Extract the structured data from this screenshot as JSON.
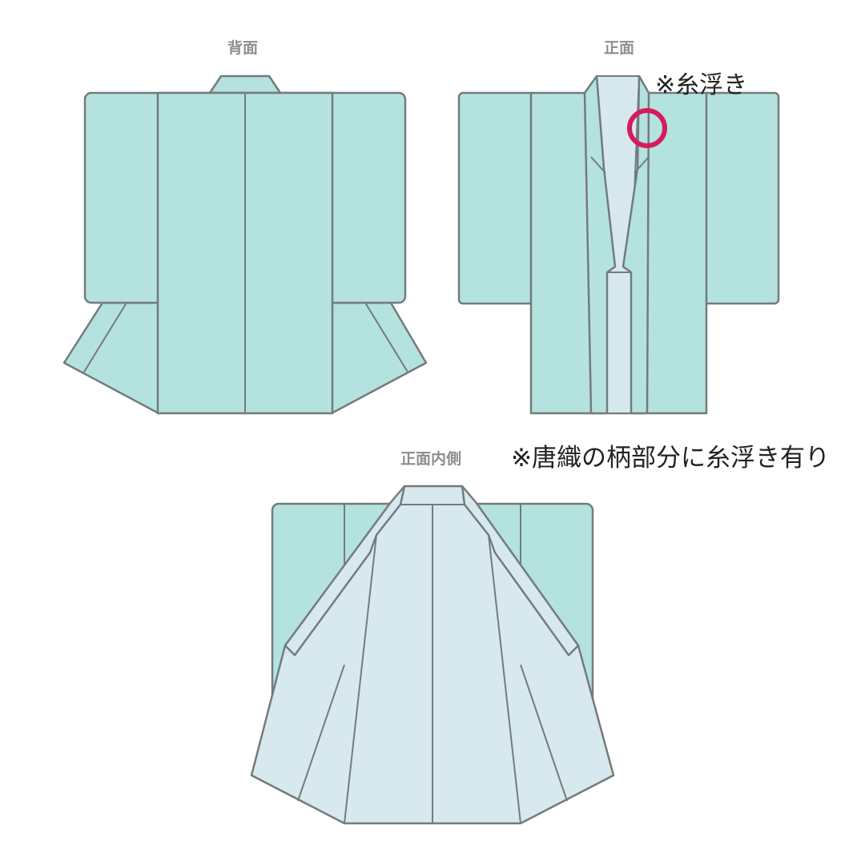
{
  "labels": {
    "back": "背面",
    "front": "正面",
    "inside": "正面内側"
  },
  "notes": {
    "defect_marker": "※糸浮き",
    "description": "※唐織の柄部分に糸浮き有り"
  },
  "colors": {
    "kimono_body": "#b4e2df",
    "lining": "#d7e9ee",
    "outline": "#737b7c",
    "marker": "#d61b5b",
    "label_gray": "#8e8e8e",
    "note_text": "#222222"
  },
  "icons": {
    "defect_marker": "circle-marker-icon"
  }
}
